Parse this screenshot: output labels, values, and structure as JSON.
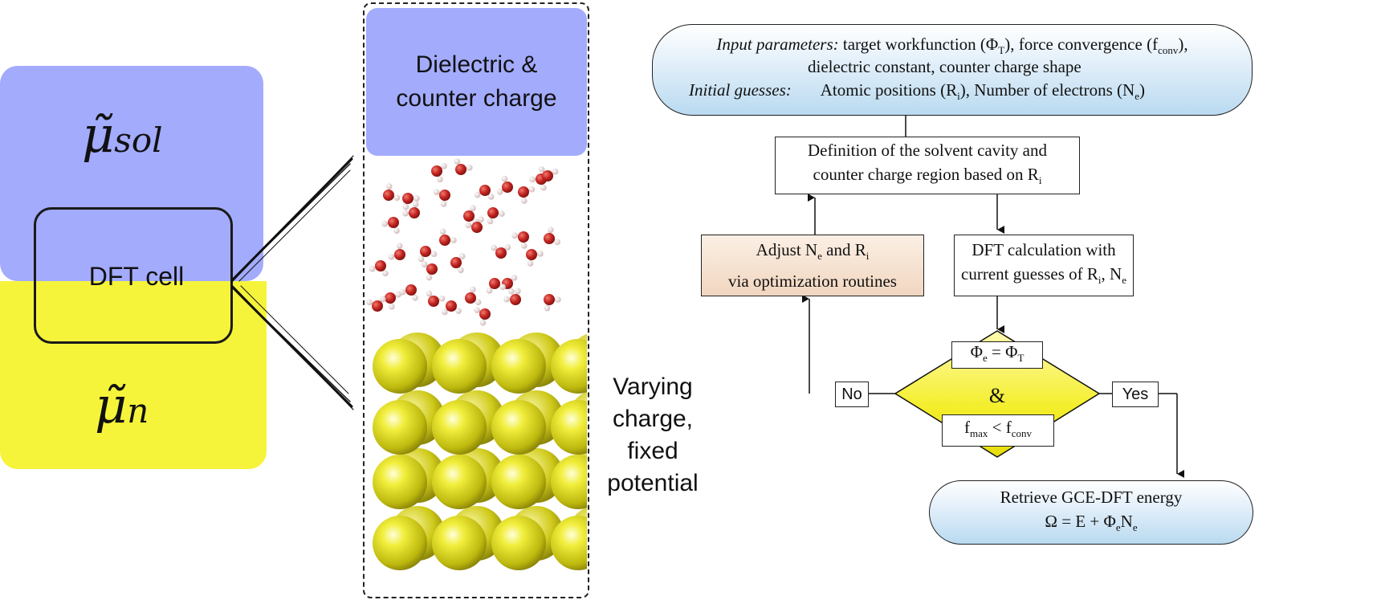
{
  "left_panel": {
    "sol_label": "μ̃sol",
    "n_label": "μ̃n",
    "dft_cell_label": "DFT cell"
  },
  "slab": {
    "dielectric_line1": "Dielectric &",
    "dielectric_line2": "counter charge",
    "caption_lines": [
      "Varying",
      "charge,",
      "fixed",
      "potential"
    ]
  },
  "flowchart": {
    "input": {
      "input_params_label": "Input parameters:",
      "line1_text": "target workfunction (Φ",
      "line1_sub1": "T",
      "line1_mid": "), force convergence (f",
      "line1_sub2": "conv",
      "line1_end": "),",
      "line2_text": "dielectric constant, counter charge shape",
      "initial_label": "Initial guesses:",
      "line3_text": "Atomic positions (R",
      "line3_sub1": "i",
      "line3_mid": "), Number of electrons (N",
      "line3_sub2": "e",
      "line3_end": ")"
    },
    "cavity": {
      "line1": "Definition of the solvent cavity and",
      "line2_text": "counter charge region based on R",
      "line2_sub": "i"
    },
    "adjust": {
      "line1_text": "Adjust N",
      "line1_sub1": "e",
      "line1_mid": " and R",
      "line1_sub2": "i",
      "line2": "via optimization routines"
    },
    "dft_calc": {
      "line1": "DFT calculation with",
      "line2_text": "current guesses of R",
      "line2_sub1": "i",
      "line2_mid": ", N",
      "line2_sub2": "e"
    },
    "decision": {
      "cond1_a": "Φ",
      "cond1_sub_a": "e",
      "cond1_mid": " = Φ",
      "cond1_sub_b": "T",
      "and": "&",
      "cond2_a": "f",
      "cond2_sub_a": "max",
      "cond2_mid": " < f",
      "cond2_sub_b": "conv"
    },
    "no_label": "No",
    "yes_label": "Yes",
    "output": {
      "line1": "Retrieve GCE-DFT energy",
      "line2_text": "Ω = E + Φ",
      "line2_sub1": "e",
      "line2_mid": "N",
      "line2_sub2": "e"
    }
  },
  "colors": {
    "solvent_blue": "#a3abfd",
    "metal_yellow": "#f6f43a",
    "decision_yellow": "#f4ee2c",
    "adjust_box_peach": "#f1d6c0",
    "pill_blue": "#b9daf0",
    "oxygen_red": "#c42420",
    "hydrogen_white": "#f2e6e6",
    "gold_atom": "#e3e01e"
  }
}
